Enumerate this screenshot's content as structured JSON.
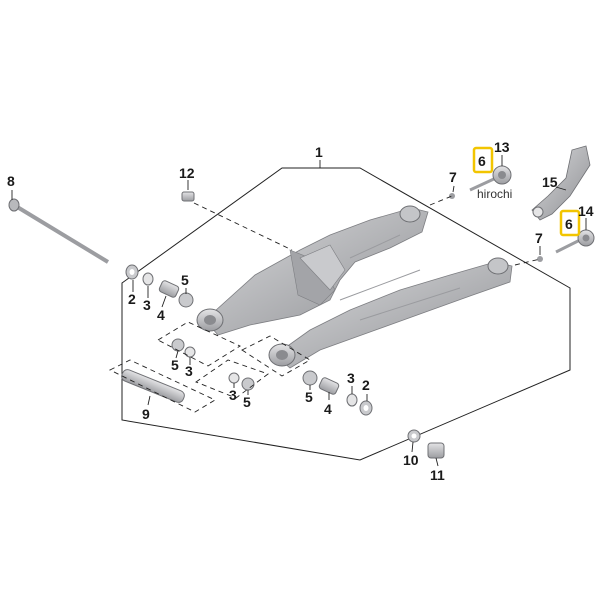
{
  "watermark": "hirochi",
  "highlight_color": "#f2c500",
  "part_color": "#b8b9bc",
  "callouts": {
    "c1": "1",
    "c2a": "2",
    "c3a": "3",
    "c4a": "4",
    "c5a": "5",
    "c5b": "5",
    "c3b": "3",
    "c3c": "3",
    "c5c": "5",
    "c5d": "5",
    "c4d": "4",
    "c3d": "3",
    "c2d": "2",
    "c6a": "6",
    "c6b": "6",
    "c7a": "7",
    "c7b": "7",
    "c8": "8",
    "c9": "9",
    "c10": "10",
    "c11": "11",
    "c12": "12",
    "c13": "13",
    "c14": "14",
    "c15": "15"
  }
}
